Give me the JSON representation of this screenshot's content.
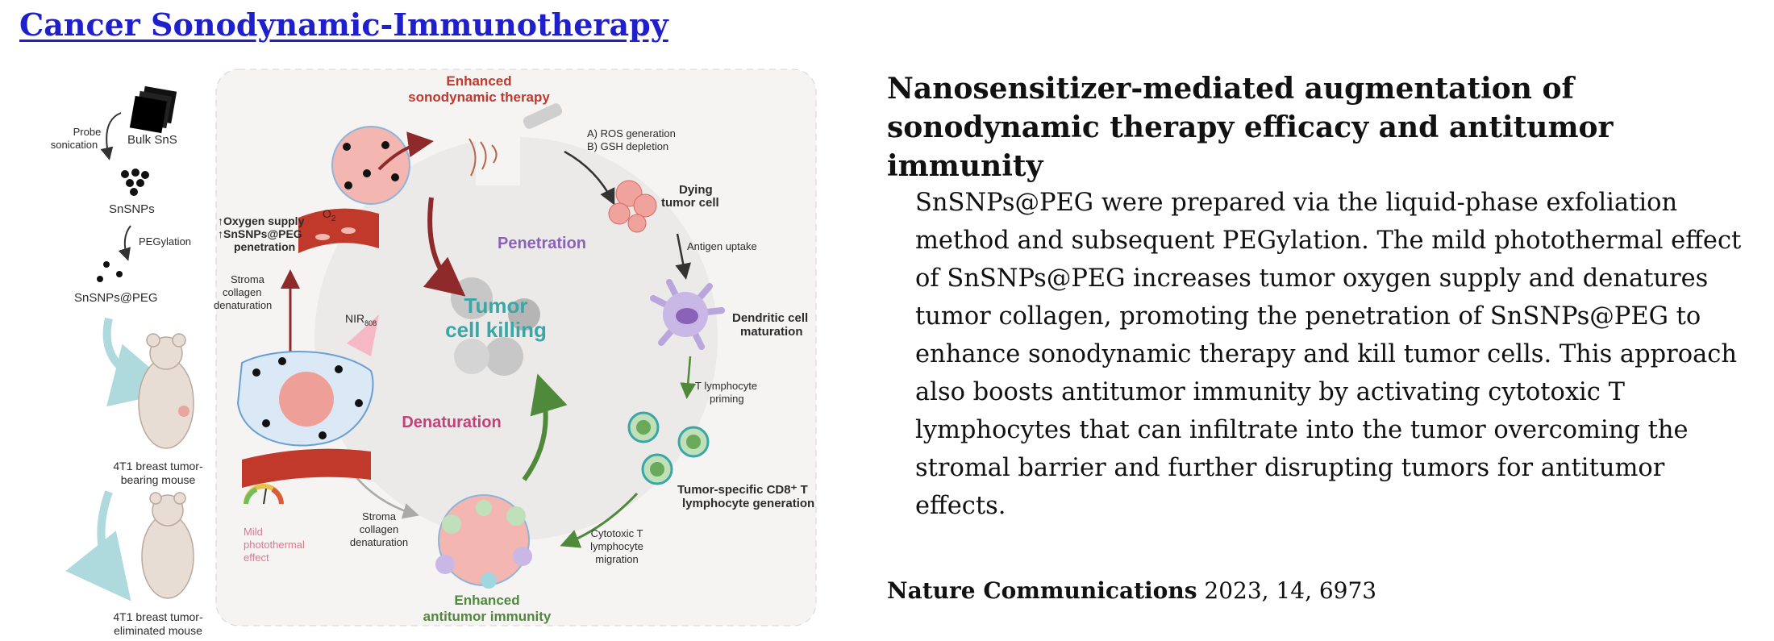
{
  "page": {
    "title": "Cancer Sonodynamic-Immunotherapy",
    "section_title": "Nanosensitizer-mediated augmentation of sonodynamic therapy efficacy and antitumor immunity",
    "summary": "SnSNPs@PEG were prepared via the liquid-phase exfoliation method and subsequent PEGylation. The mild photothermal effect of SnSNPs@PEG increases tumor oxygen supply and denatures tumor collagen, promoting the penetration of SnSNPs@PEG to enhance sonodynamic therapy and kill tumor cells. This approach also boosts antitumor immunity by activating cytotoxic T lymphocytes that can infiltrate into the tumor overcoming the stromal barrier and further disrupting tumors for antitumor effects.",
    "citation": {
      "journal": "Nature Communications",
      "details": "2023, 14, 6973"
    }
  },
  "figure": {
    "prep": {
      "probe_sonication": [
        "Probe",
        "sonication"
      ],
      "bulk_sns": "Bulk SnS",
      "snsnps": "SnSNPs",
      "pegylation": "PEGylation",
      "snsnps_peg": "SnSNPs@PEG",
      "mouse_bearing": [
        "4T1 breast tumor-",
        "bearing mouse"
      ],
      "mouse_eliminated": [
        "4T1 breast tumor-",
        "eliminated mouse"
      ]
    },
    "cycle": {
      "enhanced_sdt": [
        "Enhanced",
        "sonodynamic therapy"
      ],
      "ros": [
        "A) ROS generation",
        "B) GSH depletion"
      ],
      "dying_cell": [
        "Dying",
        "tumor cell"
      ],
      "antigen_uptake": "Antigen uptake",
      "dendritic": [
        "Dendritic cell",
        "maturation"
      ],
      "t_priming": [
        "T lymphocyte",
        "priming"
      ],
      "cd8": [
        "Tumor-specific CD8⁺ T",
        "lymphocyte generation"
      ],
      "cytotoxic": [
        "Cytotoxic T",
        "lymphocyte",
        "migration"
      ],
      "enhanced_immunity": [
        "Enhanced",
        "antitumor immunity"
      ],
      "stroma_bottom": [
        "Stroma",
        "collagen",
        "denaturation"
      ],
      "mild_pt": [
        "Mild",
        "photothermal",
        "effect"
      ],
      "stroma_left": [
        "Stroma",
        "collagen",
        "denaturation"
      ],
      "nir": "NIR",
      "nir_sub": "808",
      "oxygen": [
        "↑Oxygen supply",
        "↑SnSNPs@PEG",
        "penetration"
      ],
      "o2": "O",
      "o2_sub": "2",
      "penetration": "Penetration",
      "denaturation": "Denaturation",
      "tumor_killing": [
        "Tumor",
        "cell killing"
      ]
    },
    "colors": {
      "red": "#c0392b",
      "green": "#4e8a3a",
      "purple": "#8a63b8",
      "teal": "#3aa6a6",
      "pink": "#c2417a"
    }
  }
}
